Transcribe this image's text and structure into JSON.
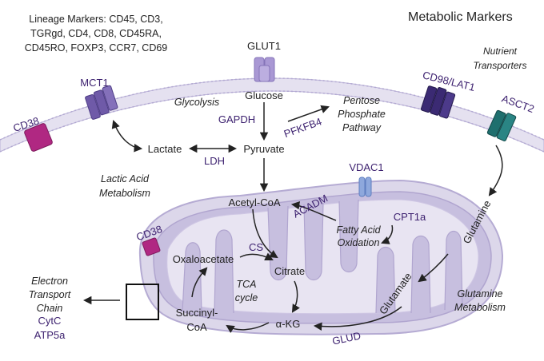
{
  "title": "Metabolic Markers",
  "lineage": {
    "line1": "Lineage Markers: CD45, CD3,",
    "line2": "TGRgd, CD4, CD8, CD45RA,",
    "line3": "CD45RO, FOXP3, CCR7, CD69"
  },
  "transporters_note": {
    "line1": "Nutrient",
    "line2": "Transporters"
  },
  "markers": {
    "glut1": "GLUT1",
    "mct1": "MCT1",
    "cd38_membrane": "CD38",
    "cd98": "CD98/LAT1",
    "asct2": "ASCT2",
    "vdac1": "VDAC1",
    "cd38_mito": "CD38",
    "gapdh": "GAPDH",
    "pfkfb4": "PFKFB4",
    "ldh": "LDH",
    "acadm": "ACADM",
    "cpt1a": "CPT1a",
    "cs": "CS",
    "glud": "GLUD",
    "cytc": "CytC",
    "atp5a": "ATP5a"
  },
  "metabolites": {
    "glucose": "Glucose",
    "pyruvate": "Pyruvate",
    "lactate": "Lactate",
    "acetyl_coa": "Acetyl-CoA",
    "citrate": "Citrate",
    "oxaloacetate": "Oxaloacetate",
    "akg": "α-KG",
    "succinyl1": "Succinyl-",
    "succinyl2": "CoA",
    "glutamine": "Glutamine",
    "glutamate": "Glutamate"
  },
  "pathways": {
    "glycolysis": "Glycolysis",
    "ppp1": "Pentose",
    "ppp2": "Phosphate",
    "ppp3": "Pathway",
    "lactic1": "Lactic Acid",
    "lactic2": "Metabolism",
    "fao1": "Fatty Acid",
    "fao2": "Oxidation",
    "tca1": "TCA",
    "tca2": "cycle",
    "etc1": "Electron",
    "etc2": "Transport",
    "etc3": "Chain",
    "glutamine1": "Glutamine",
    "glutamine2": "Metabolism"
  },
  "colors": {
    "membrane": "#e5e1f0",
    "mito_outer": "#dcd7ea",
    "mito_inner": "#c7bfdf",
    "glut1": "#a998d4",
    "mct1": "#6f5aa8",
    "cd38": "#b02882",
    "cd98": "#3b2a73",
    "asct2": "#1f6f6e",
    "vdac1": "#8ea8dc",
    "marker_text": "#3b1f6e"
  }
}
